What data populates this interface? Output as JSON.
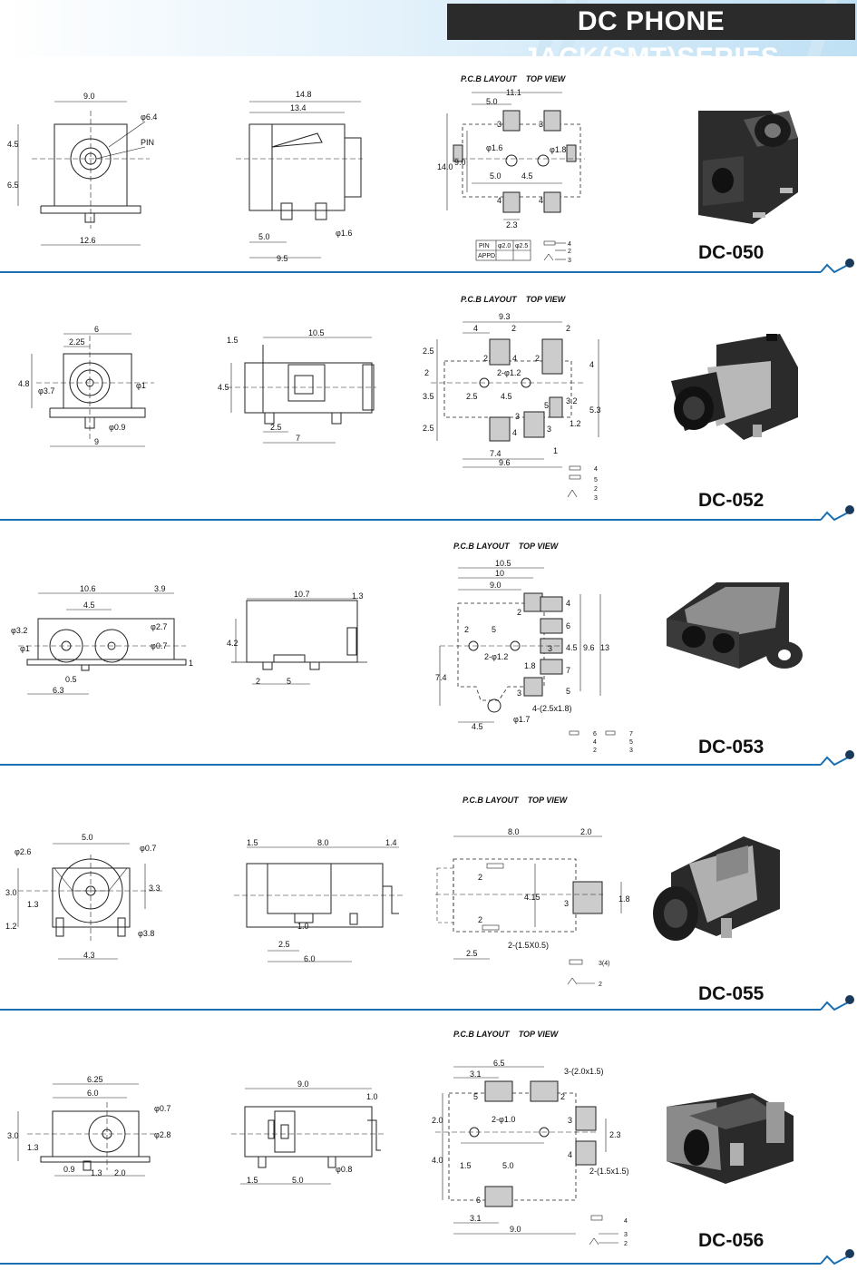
{
  "header": {
    "title": "DC PHONE JACK(SMT)SERIES"
  },
  "pcb_layout_label": "P.C.B LAYOUT",
  "top_view_label": "TOP VIEW",
  "dc050": {
    "model": "DC-050",
    "front": {
      "w": "9.0",
      "d1": "φ6.4",
      "pin": "PIN",
      "h1": "4.5",
      "h2": "6.5",
      "base": "12.6"
    },
    "side": {
      "l1": "14.8",
      "l2": "13.4",
      "p1": "5.0",
      "p2": "9.5",
      "pd": "φ1.6"
    },
    "pcb": {
      "w": "11.1",
      "a": "5.0",
      "h": "14.0",
      "h2": "9.0",
      "d1": "φ1.6",
      "d2": "φ1.8",
      "s1": "5.0",
      "s2": "4.5",
      "pad": "2.3",
      "n1": "3",
      "n2": "3",
      "n3": "4",
      "n4": "4"
    },
    "table": {
      "r1c1": "PIN",
      "r1c2": "φ2.0",
      "r1c3": "φ2.5",
      "r2c1": "APPD"
    },
    "pins": [
      "4",
      "2",
      "3"
    ]
  },
  "dc052": {
    "model": "DC-052",
    "front": {
      "w": "6",
      "o": "2.25",
      "h": "4.8",
      "d1": "φ3.7",
      "d2": "φ1",
      "d3": "φ0.9",
      "base": "9"
    },
    "side": {
      "a": "1.5",
      "l": "10.5",
      "h": "4.5",
      "p1": "2.5",
      "p2": "7"
    },
    "pcb": {
      "w": "9.3",
      "a": "4",
      "b": "2",
      "c": "2",
      "h1": "2.5",
      "h2": "2",
      "h3": "3.5",
      "h4": "2.5",
      "d": "2-φ1.2",
      "s1": "2.5",
      "s2": "4.5",
      "r1": "4",
      "r2": "3.2",
      "r3": "5.3",
      "r4": "1.2",
      "r5": "1",
      "b1": "7.4",
      "b2": "9.6",
      "n1": "2",
      "n2": "4",
      "n3": "2",
      "n4": "5",
      "n5": "3",
      "n6": "4",
      "n7": "3"
    },
    "pins": [
      "4",
      "5",
      "2",
      "3"
    ]
  },
  "dc053": {
    "model": "DC-053",
    "front": {
      "w": "10.6",
      "e": "3.9",
      "c": "4.5",
      "d1": "φ3.2",
      "d2": "φ1",
      "d3": "φ2.7",
      "d4": "φ0.7",
      "b1": "0.5",
      "b2": "6.3",
      "t": "1"
    },
    "side": {
      "l": "10.7",
      "e": "1.3",
      "h": "4.2",
      "p1": "2",
      "p2": "5"
    },
    "pcb": {
      "w1": "10.5",
      "w2": "10",
      "w3": "9.0",
      "a": "2",
      "b": "5",
      "d": "2-φ1.2",
      "s": "3",
      "v1": "4.5",
      "v2": "9.6",
      "v3": "13",
      "v4": "1.8",
      "h": "7.4",
      "pad": "4-(2.5x1.8)",
      "d2": "φ1.7",
      "bw": "4.5",
      "n1": "4",
      "n2": "2",
      "n3": "6",
      "n4": "7",
      "n5": "3",
      "n6": "5"
    },
    "pins": [
      "6",
      "4",
      "2",
      "7",
      "5",
      "3"
    ]
  },
  "dc055": {
    "model": "DC-055",
    "front": {
      "w": "5.0",
      "d1": "φ2.6",
      "d2": "φ0.7",
      "h1": "3.0",
      "h2": "1.3",
      "h3": "1.2",
      "r": "3.3",
      "d3": "φ3.8",
      "base": "4.3"
    },
    "side": {
      "a": "1.5",
      "l": "8.0",
      "e": "1.4",
      "p": "1.0",
      "b1": "2.5",
      "b2": "6.0"
    },
    "pcb": {
      "w": "8.0",
      "e": "2.0",
      "h": "4.15",
      "pw": "1.8",
      "pad": "2-(1.5X0.5)",
      "b": "2.5",
      "n1": "2",
      "n2": "2",
      "n3": "3"
    },
    "pins": [
      "3(4)",
      "2"
    ]
  },
  "dc056": {
    "model": "DC-056",
    "front": {
      "w1": "6.25",
      "w2": "6.0",
      "h1": "3.0",
      "h2": "1.3",
      "d1": "φ0.7",
      "d2": "φ2.8",
      "b1": "0.9",
      "b2": "1.3",
      "b3": "2.0"
    },
    "side": {
      "l": "9.0",
      "e": "1.0",
      "p1": "1.5",
      "p2": "5.0",
      "pd": "φ0.8"
    },
    "pcb": {
      "w": "6.5",
      "a": "3.1",
      "pad1": "3-(2.0x1.5)",
      "d": "2-φ1.0",
      "h1": "2.0",
      "h2": "4.0",
      "s1": "1.5",
      "s2": "5.0",
      "r": "2.3",
      "pad2": "2-(1.5x1.5)",
      "b1": "3.1",
      "b2": "9.0",
      "n1": "5",
      "n2": "2",
      "n3": "3",
      "n4": "4",
      "n5": "6"
    },
    "pins": [
      "4",
      "3",
      "2"
    ]
  }
}
